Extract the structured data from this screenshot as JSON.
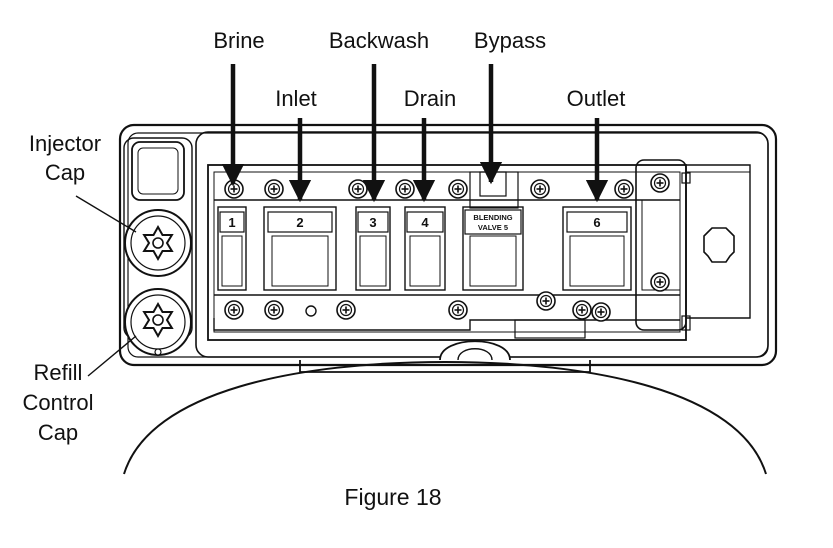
{
  "labels": {
    "brine": "Brine",
    "inlet": "Inlet",
    "backwash": "Backwash",
    "drain": "Drain",
    "bypass": "Bypass",
    "outlet": "Outlet",
    "injector_cap_line1": "Injector",
    "injector_cap_line2": "Cap",
    "refill_line1": "Refill",
    "refill_line2": "Control",
    "refill_line3": "Cap"
  },
  "ports": {
    "p1": "1",
    "p2": "2",
    "p3": "3",
    "p4": "4",
    "blending_line1": "BLENDING",
    "blending_line2": "VALVE  5",
    "p6": "6"
  },
  "caption": "Figure 18"
}
